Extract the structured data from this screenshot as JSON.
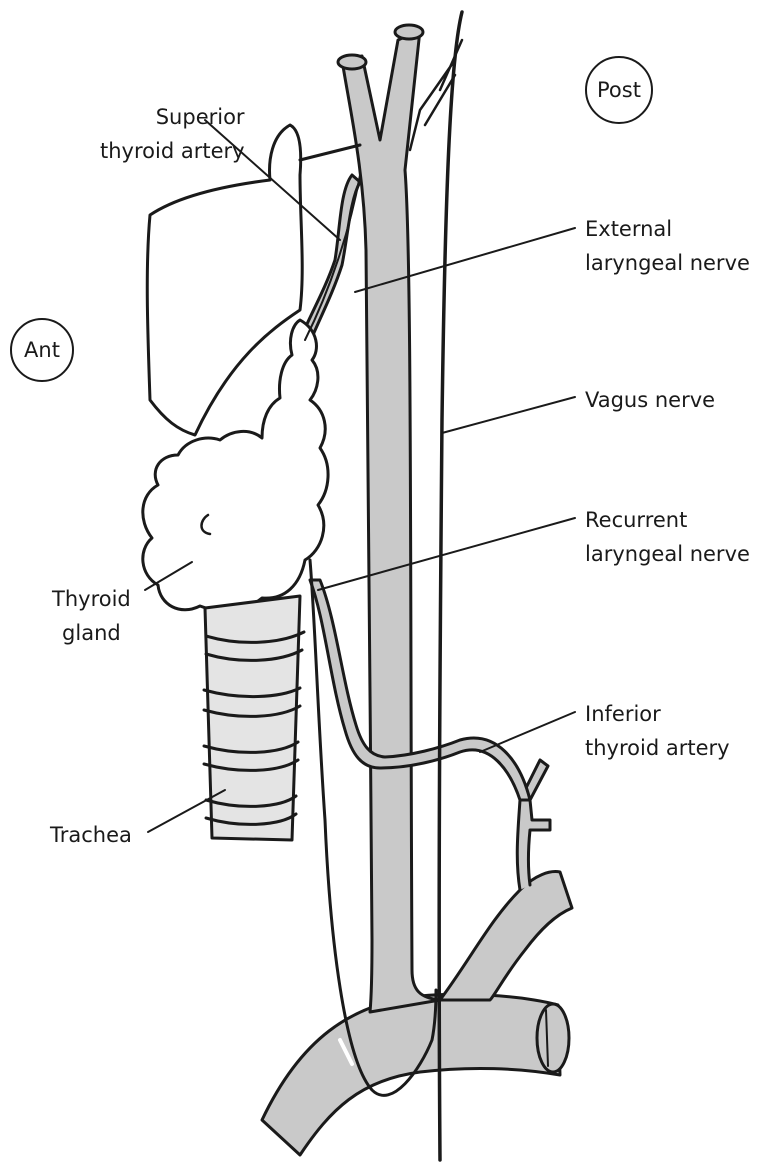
{
  "orientation": {
    "anterior": "Ant",
    "posterior": "Post"
  },
  "labels": {
    "superior_thyroid_artery": [
      "Superior",
      "thyroid artery"
    ],
    "external_laryngeal_nerve": [
      "External",
      "laryngeal nerve"
    ],
    "vagus_nerve": [
      "Vagus nerve"
    ],
    "recurrent_laryngeal_nerve": [
      "Recurrent",
      "laryngeal nerve"
    ],
    "thyroid_gland": [
      "Thyroid",
      "gland"
    ],
    "inferior_thyroid_artery": [
      "Inferior",
      "thyroid artery"
    ],
    "trachea": [
      "Trachea"
    ]
  },
  "colors": {
    "outline": "#1a1a1a",
    "vessel_fill": "#c9c9c9",
    "gland_fill": "#ffffff",
    "trachea_fill": "#e4e4e4"
  }
}
